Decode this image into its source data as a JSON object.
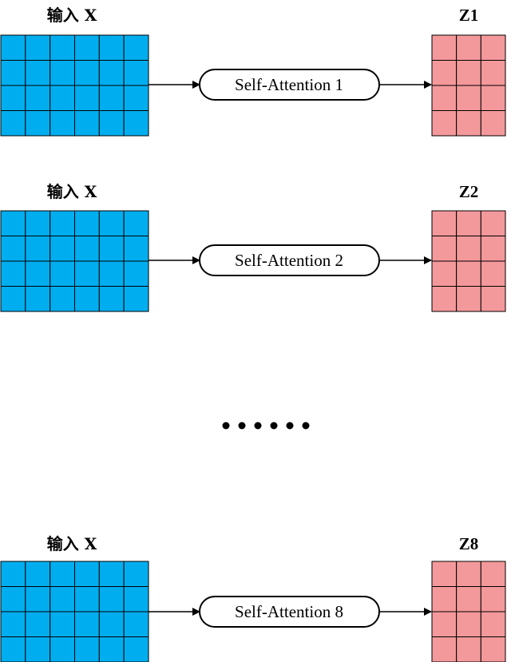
{
  "colors": {
    "input_fill": "#00AEEF",
    "output_fill": "#F4999B",
    "stroke": "#000000",
    "node_fill": "#FFFFFF"
  },
  "matrix_shapes": {
    "input": {
      "rows": 4,
      "cols": 6
    },
    "output": {
      "rows": 4,
      "cols": 3
    }
  },
  "heads": [
    {
      "input_label": "输入 X",
      "attention_label": "Self-Attention 1",
      "output_label": "Z1"
    },
    {
      "input_label": "输入 X",
      "attention_label": "Self-Attention 2",
      "output_label": "Z2"
    },
    {
      "input_label": "输入 X",
      "attention_label": "Self-Attention 8",
      "output_label": "Z8"
    }
  ],
  "ellipsis": {
    "dot_count": 6
  }
}
